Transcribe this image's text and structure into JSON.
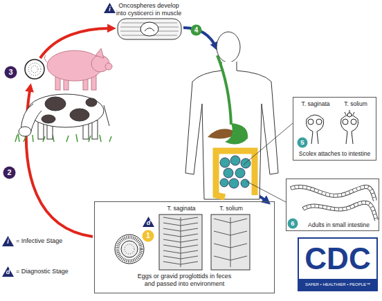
{
  "diagram": {
    "nodes": [
      {
        "text": [
          "i"
        ]
      },
      {
        "text": [
          "4"
        ]
      },
      {
        "text": [
          "3"
        ]
      },
      {
        "text": [
          "T. saginata",
          "T. solium",
          "Scolex attaches to intestine"
        ]
      },
      {
        "text": [
          "5"
        ],
        "in": 3
      },
      {
        "text": [
          "2"
        ]
      },
      {
        "text": [
          "Adults in small intestine"
        ]
      },
      {
        "text": [
          "6"
        ],
        "in": 6
      },
      {
        "text": [
          "T. saginata",
          "T. solium",
          "Eggs or gravid proglottids in feces and passed into environment"
        ]
      },
      {
        "text": [
          "d"
        ],
        "in": 8
      },
      {
        "text": [
          "1"
        ],
        "in": 8
      },
      {
        "text": [
          "CDC",
          "SAFER • HEALTHIER • PEOPLE™"
        ]
      }
    ],
    "labels": [
      "Oncospheres develop into cysticerci in muscle",
      "i",
      "d"
    ],
    "legend": [
      {
        "text": "= Infective Stage"
      },
      {
        "text": "= Diagnostic Stage"
      }
    ]
  }
}
